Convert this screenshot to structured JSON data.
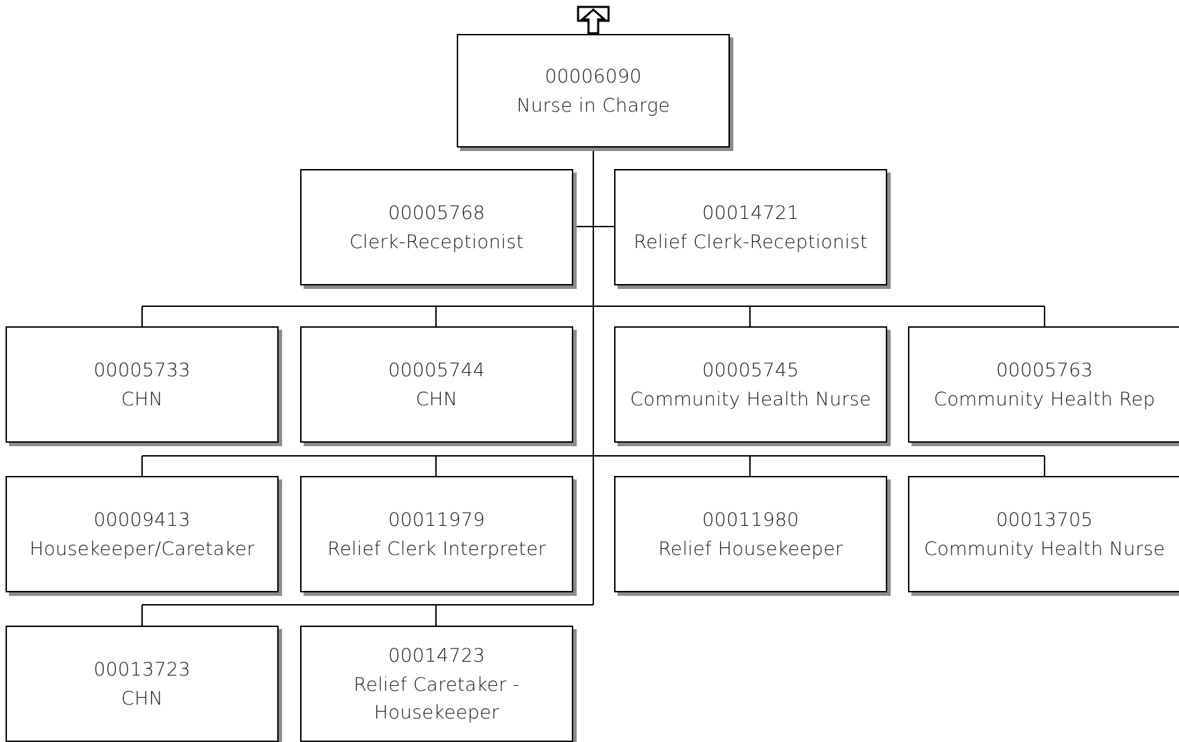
{
  "org_chart": {
    "root": {
      "number": "00006090",
      "title": "Nurse in Charge"
    },
    "assistants": [
      {
        "number": "00005768",
        "title": "Clerk-Receptionist"
      },
      {
        "number": "00014721",
        "title": "Relief Clerk-Receptionist"
      }
    ],
    "rows": [
      [
        {
          "number": "00005733",
          "title": "CHN"
        },
        {
          "number": "00005744",
          "title": "CHN"
        },
        {
          "number": "00005745",
          "title": "Community Health Nurse"
        },
        {
          "number": "00005763",
          "title": "Community Health Rep"
        }
      ],
      [
        {
          "number": "00009413",
          "title": "Housekeeper/Caretaker"
        },
        {
          "number": "00011979",
          "title": "Relief Clerk Interpreter"
        },
        {
          "number": "00011980",
          "title": "Relief Housekeeper"
        },
        {
          "number": "00013705",
          "title": "Community Health Nurse"
        }
      ],
      [
        {
          "number": "00013723",
          "title": "CHN"
        },
        {
          "number": "00014723",
          "title": "Relief Caretaker -",
          "title_line2": "Housekeeper"
        }
      ]
    ]
  },
  "icons": {
    "navigate_up": "up-arrow-icon"
  }
}
